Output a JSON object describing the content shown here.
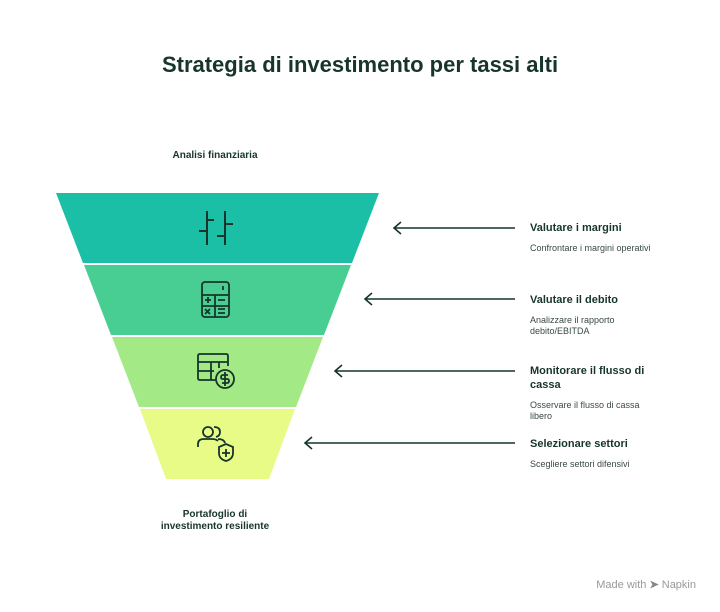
{
  "title": "Strategia di investimento per tassi alti",
  "top_label": "Analisi finanziaria",
  "bottom_label": "Portafoglio di investimento resiliente",
  "stages": [
    {
      "heading": "Valutare i margini",
      "description": "Confrontare i margini operativi",
      "icon": "margins-icon",
      "color": "#1abfa6"
    },
    {
      "heading": "Valutare il debito",
      "description": "Analizzare il rapporto debito/EBITDA",
      "icon": "calculator-icon",
      "color": "#48ce92"
    },
    {
      "heading": "Monitorare il flusso di cassa",
      "description": "Osservare il flusso di cassa libero",
      "icon": "spreadsheet-dollar-icon",
      "color": "#a3e986"
    },
    {
      "heading": "Selezionare settori",
      "description": "Scegliere settori difensivi",
      "icon": "users-shield-icon",
      "color": "#e8fb86"
    }
  ],
  "footer": {
    "made_with": "Made with",
    "brand": "Napkin"
  }
}
